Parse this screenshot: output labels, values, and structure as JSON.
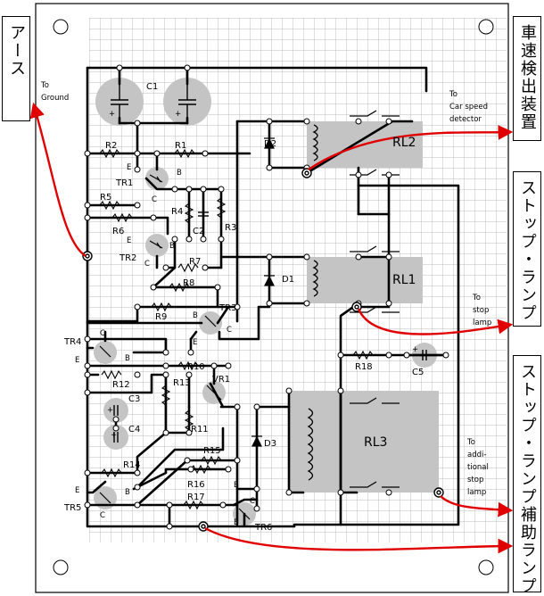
{
  "side_labels": {
    "earth": "アース",
    "speed_detector": "車速検出装置",
    "stop_lamp": "ストップ・ランプ",
    "additional_stop_lamp": "ストップ・ランプ補助ランプ"
  },
  "notes": {
    "to_ground": [
      "To",
      "Ground"
    ],
    "to_car_speed": [
      "To",
      "Car speed",
      "detector"
    ],
    "to_stop_lamp": [
      "To",
      "stop",
      "lamp"
    ],
    "to_additional": [
      "To",
      "addi-",
      "tional",
      "stop",
      "lamp"
    ]
  },
  "components": {
    "c1": "C1",
    "c2": "C2",
    "c3": "C3",
    "c4": "C4",
    "c5": "C5",
    "d1": "D1",
    "d2": "D2",
    "d3": "D3",
    "r1": "R1",
    "r2": "R2",
    "r3": "R3",
    "r4": "R4",
    "r5": "R5",
    "r6": "R6",
    "r7": "R7",
    "r8": "R8",
    "r9": "R9",
    "r10": "R10",
    "r11": "R11",
    "r12": "R12",
    "r13": "R13",
    "r14": "R14",
    "r15": "R15",
    "r16": "R16",
    "r17": "R17",
    "r18": "R18",
    "vr1": "VR1",
    "tr1": "TR1",
    "tr2": "TR2",
    "tr3": "TR3",
    "tr4": "TR4",
    "tr5": "TR5",
    "tr6": "TR6",
    "rl1": "RL1",
    "rl2": "RL2",
    "rl3": "RL3"
  },
  "pins": {
    "e": "E",
    "b": "B",
    "c": "C",
    "plus": "+"
  },
  "colors": {
    "wire": "#000000",
    "arrow": "#e00000",
    "grid": "#a8a8a8",
    "shade": "#c0c0c0"
  }
}
